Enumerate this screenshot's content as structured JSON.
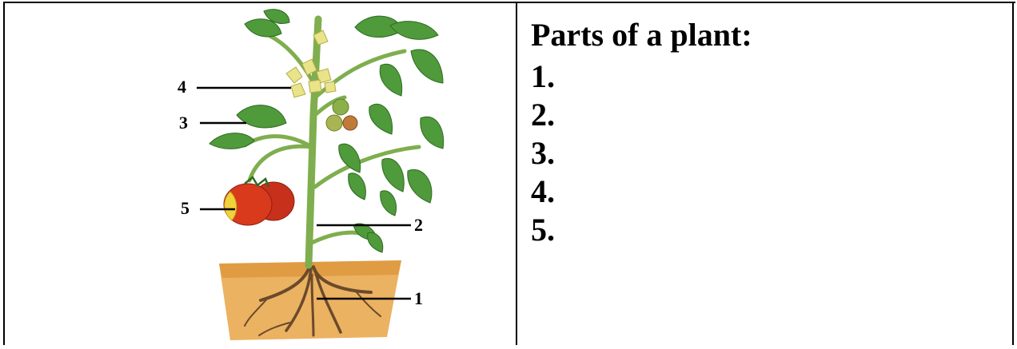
{
  "worksheet": {
    "title": "Parts of a plant:",
    "blanks": [
      "1.",
      "2.",
      "3.",
      "4.",
      "5."
    ]
  },
  "diagram": {
    "labels": [
      "1",
      "2",
      "3",
      "4",
      "5"
    ]
  },
  "colors": {
    "soil": "#E8A546",
    "stem": "#7FAE4E",
    "leaf": "#4F9A3A",
    "tomato": "#D93A1C",
    "flower": "#E9E38A",
    "root": "#6B4A2B",
    "line": "#000000"
  }
}
